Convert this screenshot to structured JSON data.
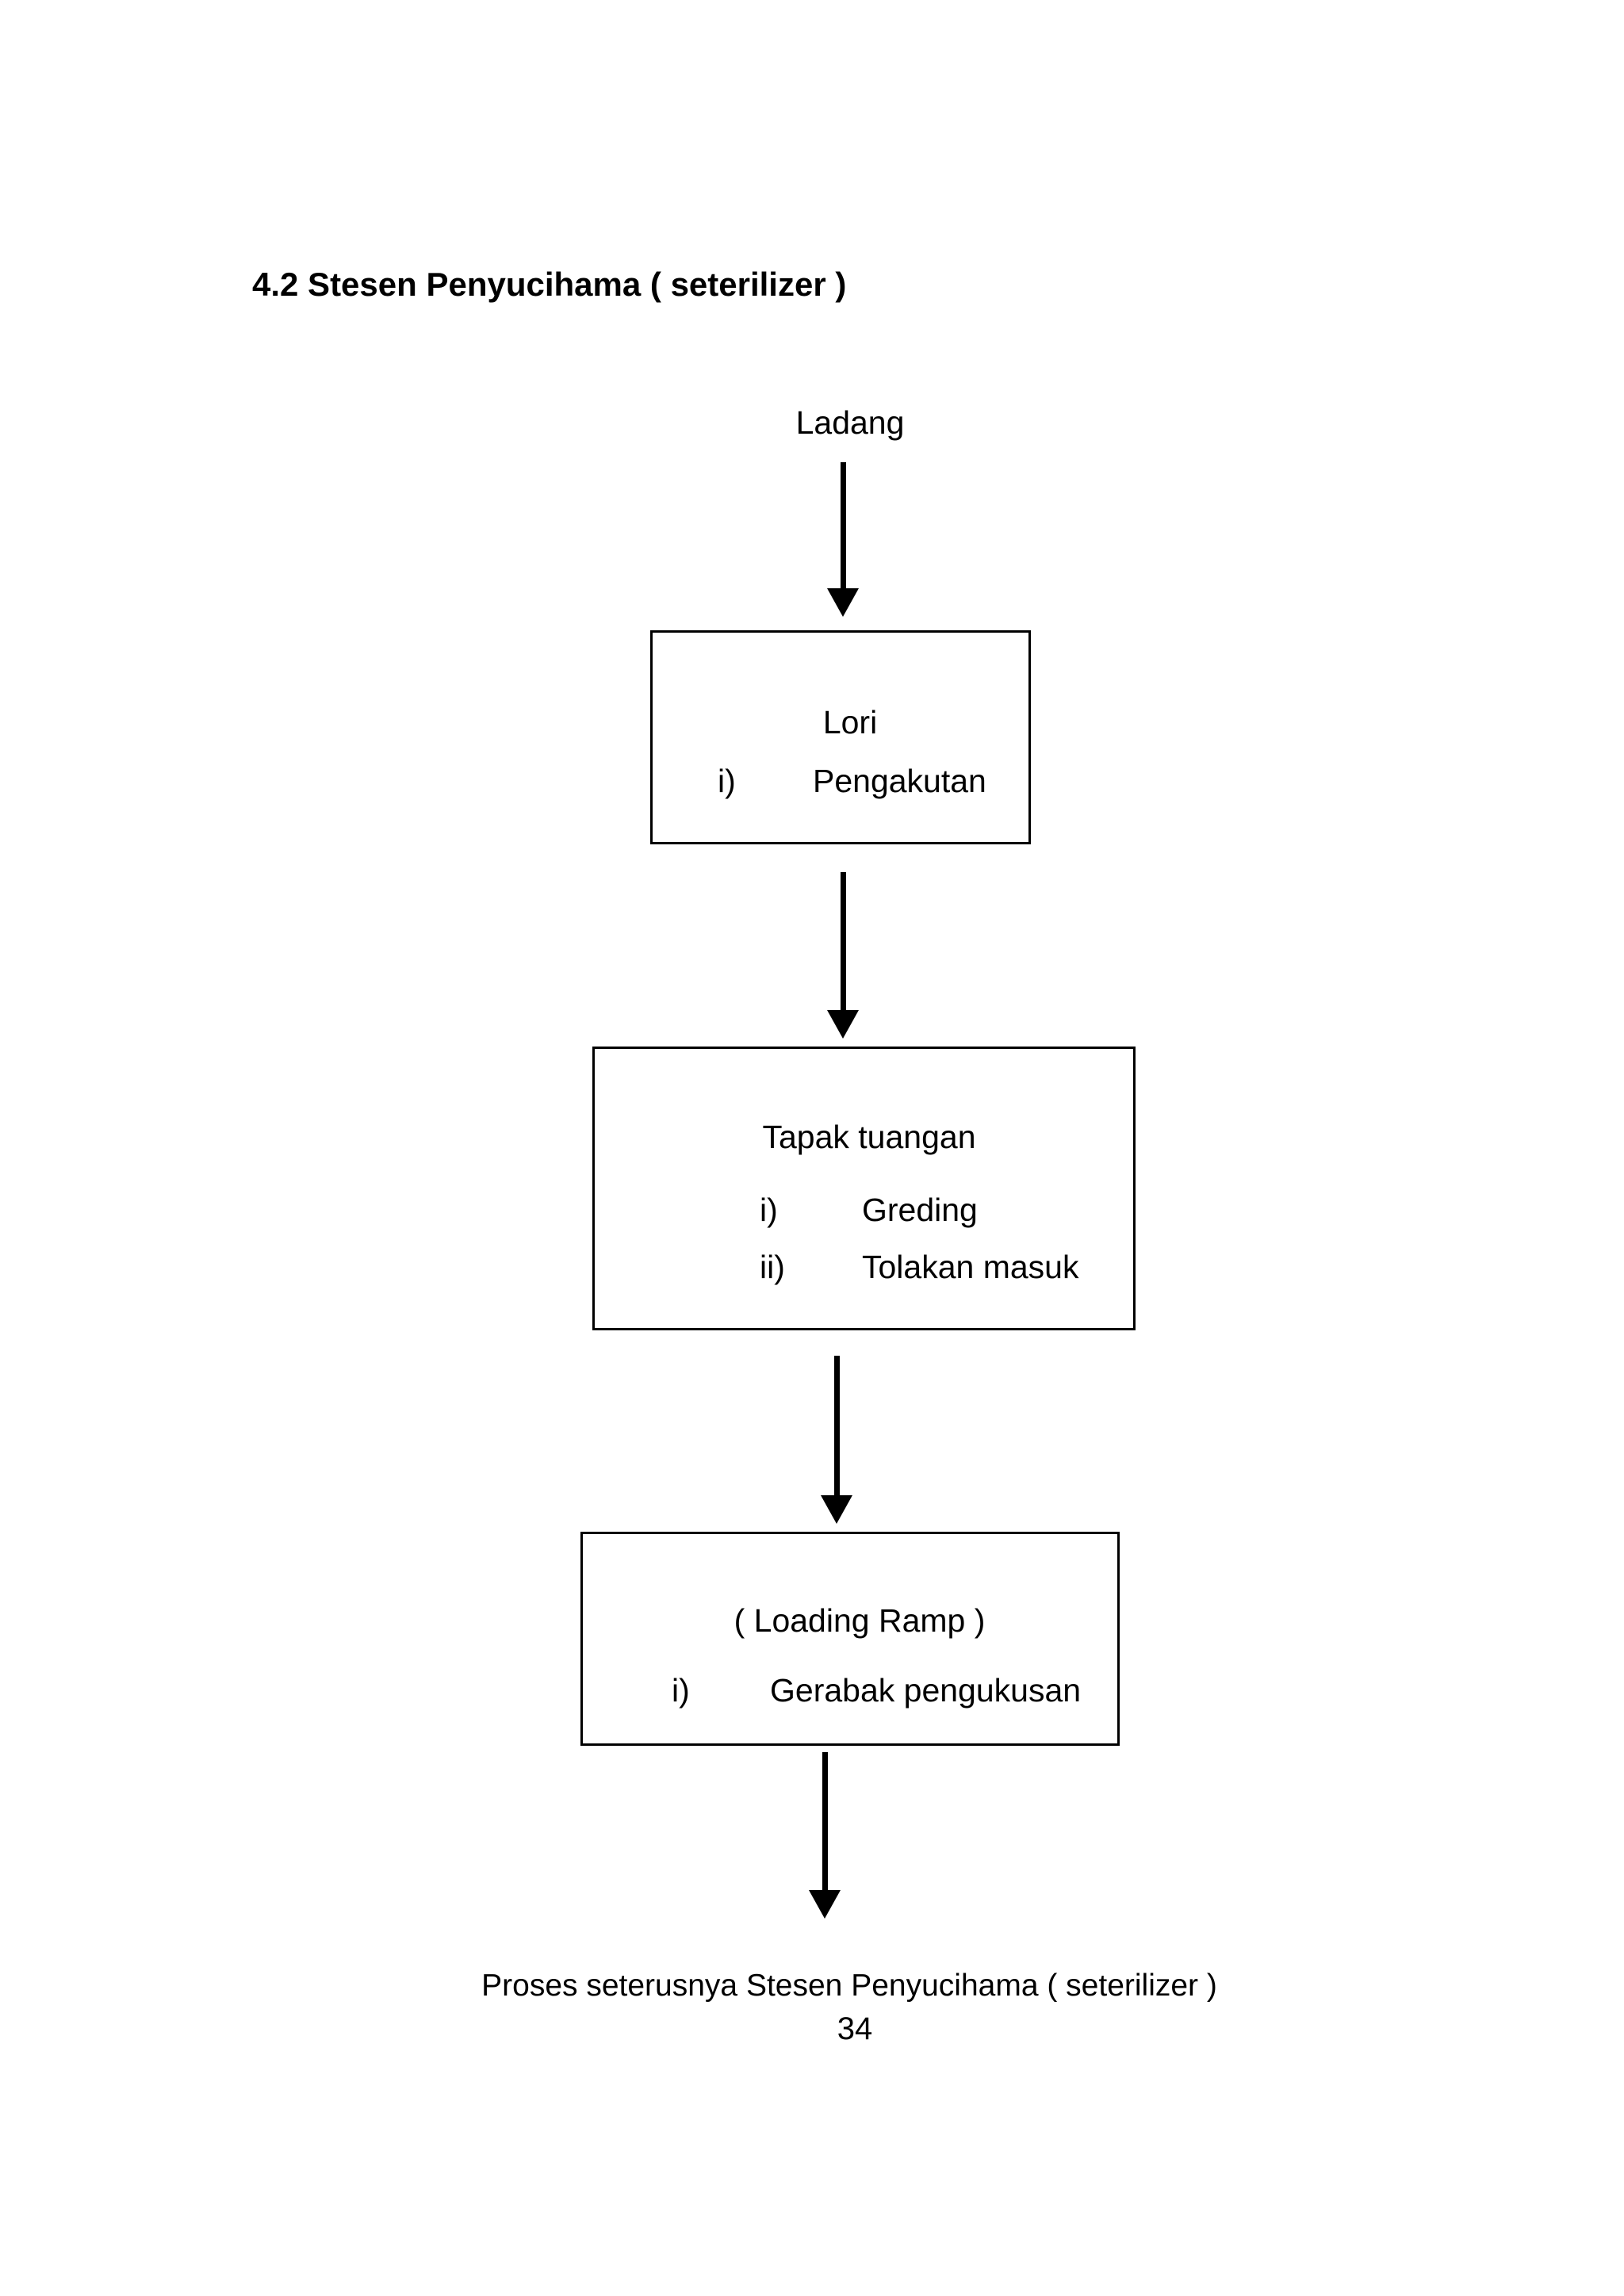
{
  "page": {
    "title": "4.2 Stesen Penyucihama ( seterilizer )",
    "footer": "Proses seterusnya Stesen Penyucihama ( seterilizer )",
    "page_number": "34"
  },
  "colors": {
    "ink": "#000000",
    "paper": "#ffffff"
  },
  "flowchart": {
    "source_label": "Ladang",
    "connector_icon": "down-arrow",
    "boxes": [
      {
        "title": "Lori",
        "items": [
          {
            "marker": "i)",
            "label": "Pengakutan"
          }
        ]
      },
      {
        "title": "Tapak tuangan",
        "items": [
          {
            "marker": "i)",
            "label": "Greding"
          },
          {
            "marker": "ii)",
            "label": "Tolakan masuk"
          }
        ]
      },
      {
        "title": "( Loading Ramp )",
        "items": [
          {
            "marker": "i)",
            "label": "Gerabak pengukusan"
          }
        ]
      }
    ]
  }
}
